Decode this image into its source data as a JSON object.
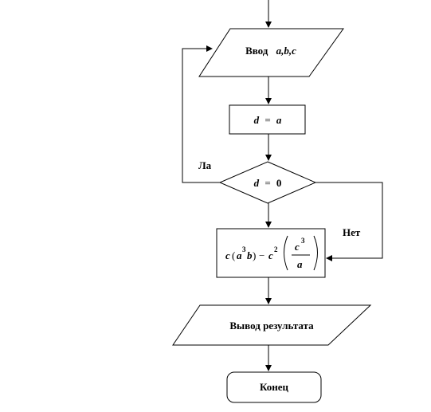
{
  "blocks": {
    "input": {
      "word": "Ввод",
      "vars": "a,b,c"
    },
    "assign": {
      "var": "d",
      "op": "=",
      "value": "a"
    },
    "decision": {
      "var": "d",
      "op": "=",
      "value": "0"
    },
    "formula": {
      "c": "c",
      "a": "a",
      "exp3": "3",
      "b": "b",
      "minus": "−",
      "exp2": "2",
      "num_c": "c",
      "num_exp": "3",
      "den": "a",
      "lparen": "(",
      "rparen": ")"
    },
    "output": {
      "text": "Вывод результата"
    },
    "end": {
      "text": "Конец"
    }
  },
  "branches": {
    "yes": "Ла",
    "no": "Нет"
  }
}
